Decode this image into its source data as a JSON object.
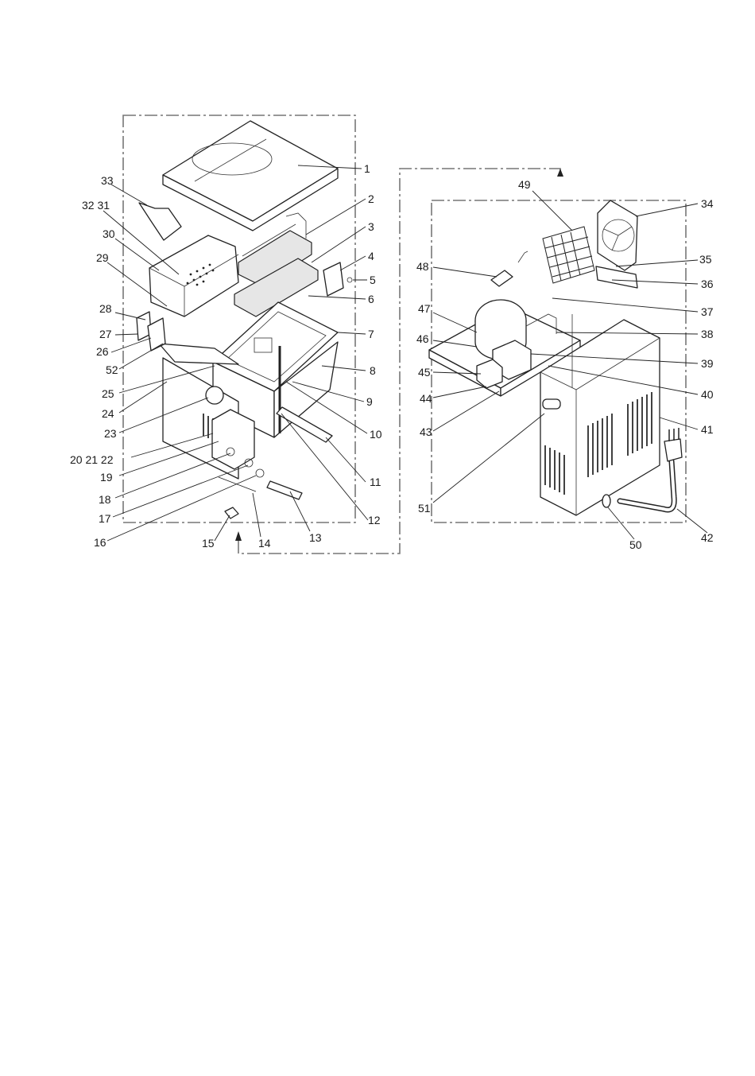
{
  "figure": {
    "left_group_labels": [
      "1",
      "2",
      "3",
      "4",
      "5",
      "6",
      "7",
      "8",
      "9",
      "10",
      "11",
      "12",
      "13",
      "14",
      "15",
      "16",
      "17",
      "18",
      "19",
      "20 21 22",
      "23",
      "24",
      "25",
      "52",
      "26",
      "27",
      "28",
      "29",
      "30",
      "32 31",
      "33"
    ],
    "right_group_labels": [
      "34",
      "35",
      "36",
      "37",
      "38",
      "39",
      "40",
      "41",
      "42",
      "50",
      "51",
      "43",
      "44",
      "45",
      "46",
      "47",
      "48",
      "49"
    ],
    "colors": {
      "line": "#222222",
      "frame": "#777777",
      "fill_shade": "#e6e6e6"
    }
  }
}
